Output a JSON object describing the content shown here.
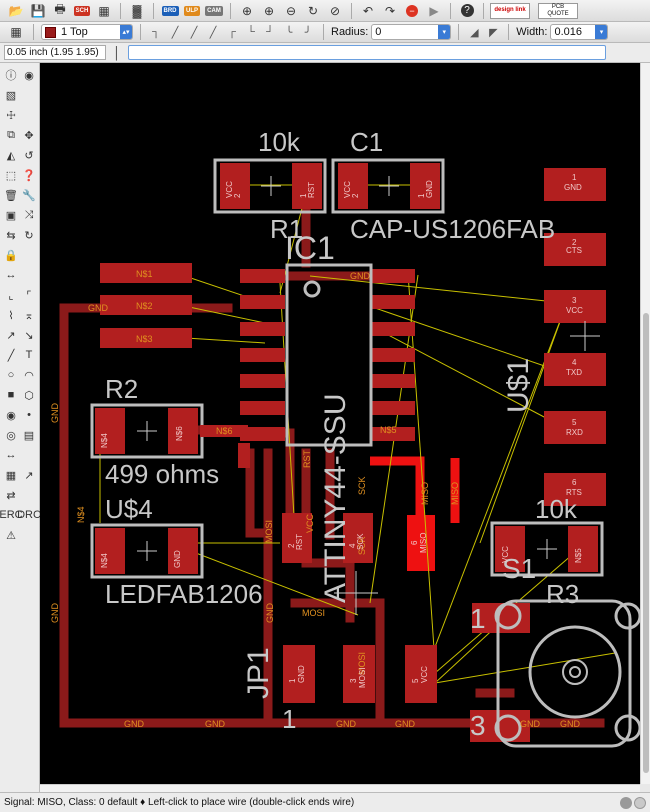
{
  "toolbar": {
    "icons": [
      "open-icon",
      "save-icon",
      "print-icon",
      "sch-icon",
      "board-icon",
      "cam-icon",
      "ulp-icon",
      "zoom-fit-icon",
      "zoom-in-icon",
      "zoom-out-icon",
      "zoom-redraw-icon",
      "zoom-select-icon",
      "undo-icon",
      "redo-icon",
      "stop-icon",
      "go-icon",
      "help-icon"
    ],
    "badges": {
      "sch": "SCH",
      "board": "BRD",
      "cam": "CAM",
      "ulp": "ULP"
    },
    "design_link": "design link",
    "pcb_quote": "PCB QUOTE"
  },
  "toolbar2": {
    "layer": "1 Top",
    "radius_label": "Radius:",
    "radius_value": "0",
    "width_label": "Width:",
    "width_value": "0.016"
  },
  "coordinate": "0.05 inch (1.95 1.95)",
  "status": "Signal: MISO, Class: 0 default  ♦  Left-click to place wire (double-click ends wire)",
  "colors": {
    "copper": "#8b1a1a",
    "pad": "#b21f1f",
    "highlight": "#ee1111",
    "ratsnest": "#c8c000",
    "silk": "#bdbdbd",
    "text": "#e09020"
  },
  "board": {
    "labels": {
      "r1_value": "10k",
      "r1_name": "R1",
      "c1_name": "C1",
      "c1_value": "CAP-US1206FAB",
      "ic1_name": "IC1",
      "ic1_value": "ATTINY44-SSU",
      "r2_name": "R2",
      "r2_value": "499 ohms",
      "u4_name": "U$4",
      "u4_value": "LEDFAB1206",
      "u1_name": "U$1",
      "r3_value": "10k",
      "s1_name": "S1",
      "r3_name": "R3",
      "jp1_name": "JP1",
      "s1_pin1": "1",
      "s1_pin3": "3",
      "jp1_pin1": "1"
    },
    "pads": [
      {
        "num": "2",
        "net": "VCC"
      },
      {
        "num": "1",
        "net": "RST"
      },
      {
        "num": "2",
        "net": "VCC"
      },
      {
        "num": "1",
        "net": "GND"
      },
      {
        "num": "1",
        "net": "GND"
      },
      {
        "num": "2",
        "net": "CTS"
      },
      {
        "num": "3",
        "net": "VCC"
      },
      {
        "num": "4",
        "net": "TXD"
      },
      {
        "num": "5",
        "net": "RXD"
      },
      {
        "num": "6",
        "net": "RTS"
      },
      {
        "num": "1",
        "net": "N$4"
      },
      {
        "num": "2",
        "net": "N$6"
      },
      {
        "num": "1",
        "net": "N$4"
      },
      {
        "num": "2",
        "net": "GND"
      },
      {
        "num": "1",
        "net": "VCC"
      },
      {
        "num": "2",
        "net": "N$5"
      },
      {
        "num": "2",
        "net": "RST"
      },
      {
        "num": "4",
        "net": "SCK"
      },
      {
        "num": "6",
        "net": "MISO"
      },
      {
        "num": "1",
        "net": "GND"
      },
      {
        "num": "3",
        "net": "MOSI"
      },
      {
        "num": "5",
        "net": "VCC"
      }
    ],
    "nets": [
      "GND",
      "GND",
      "GND",
      "GND",
      "GND",
      "GND",
      "GND",
      "GND",
      "GND",
      "GND",
      "GND",
      "N$1",
      "N$2",
      "N$3",
      "N$5",
      "N$6",
      "N$4",
      "MOSI",
      "MOSI",
      "MOSI",
      "SCK",
      "SCK",
      "MISO",
      "MISO",
      "RST",
      "VCC"
    ]
  }
}
